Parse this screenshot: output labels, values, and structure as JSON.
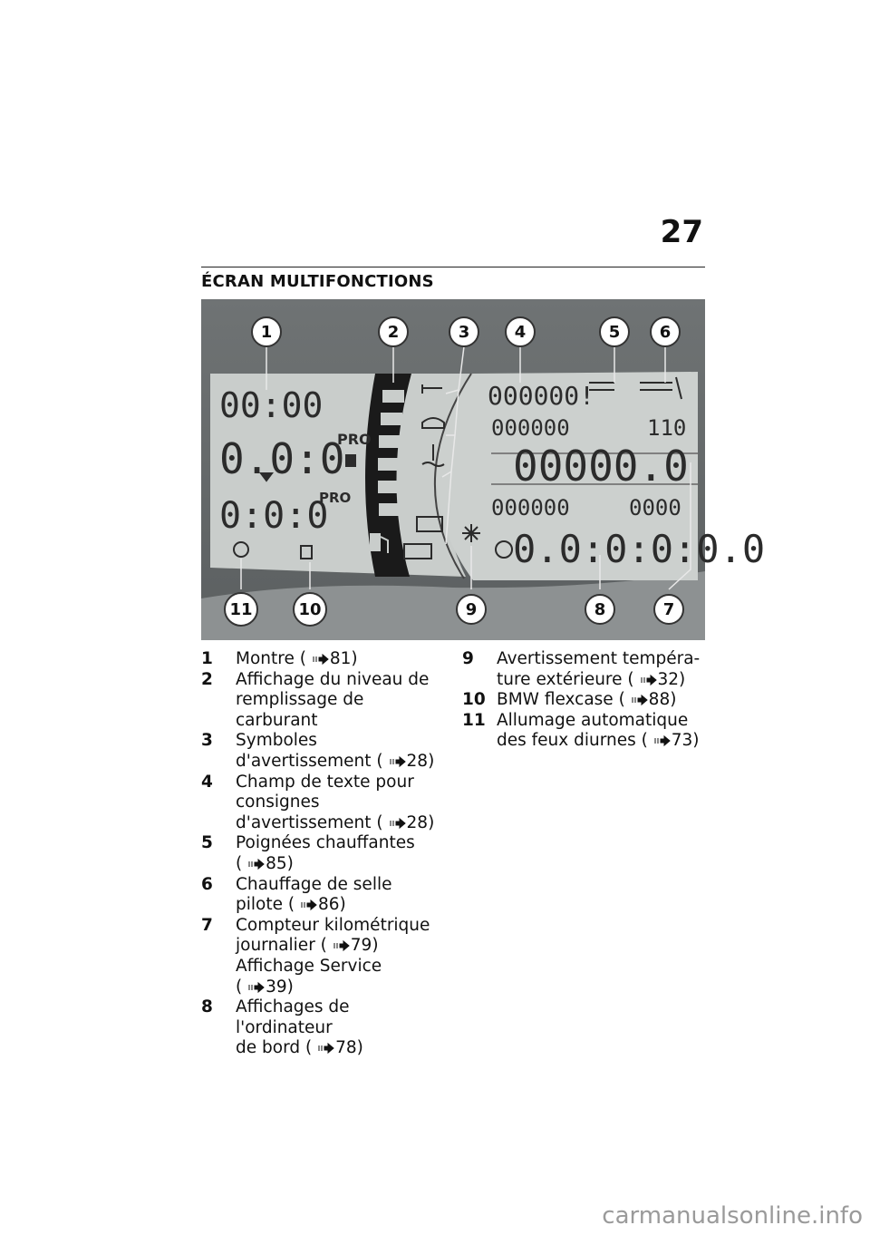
{
  "page": {
    "number": "27",
    "title": "ÉCRAN MULTIFONCTIONS"
  },
  "figure": {
    "callouts": [
      "1",
      "2",
      "3",
      "4",
      "5",
      "6",
      "7",
      "8",
      "9",
      "10",
      "11"
    ],
    "lcd": {
      "clock": "00:00",
      "row2": "0.0:0",
      "row3": "0:0:0",
      "pro1": "PRO",
      "pro2": "PRO",
      "msg": "000000!",
      "trip_small": "000000",
      "gear": "110",
      "trip_big": "00000.0",
      "oc_small": "000000",
      "oc_small2": "0000",
      "oc_big": "0.0:0:0:0.0"
    }
  },
  "legend": {
    "col1": [
      {
        "num": "1",
        "lines": [
          "Montre"
        ],
        "ref": "81)"
      },
      {
        "num": "2",
        "lines": [
          "Affichage du niveau de",
          "remplissage de carburant"
        ],
        "ref": ""
      },
      {
        "num": "3",
        "lines": [
          "Symboles d'avertissement"
        ],
        "ref": "28)"
      },
      {
        "num": "4",
        "lines": [
          "Champ de texte pour",
          "consignes d'avertissement"
        ],
        "ref": "28)"
      },
      {
        "num": "5",
        "lines": [
          "Poignées chauffantes"
        ],
        "ref": "85)"
      },
      {
        "num": "6",
        "lines": [
          "Chauffage de selle pilote"
        ],
        "ref": "86)"
      },
      {
        "num": "7",
        "lines": [
          "Compteur kilométrique",
          "journalier"
        ],
        "ref": "79)",
        "extra": "Affichage Service",
        "extra_ref": "39)"
      },
      {
        "num": "8",
        "lines": [
          "Affichages de l'ordinateur",
          "de bord"
        ],
        "ref": "78)"
      }
    ],
    "col2": [
      {
        "num": "9",
        "lines": [
          "Avertissement tempéra-",
          "ture extérieure"
        ],
        "ref": "32)"
      },
      {
        "num": "10",
        "lines": [
          "BMW flexcase"
        ],
        "ref": "88)"
      },
      {
        "num": "11",
        "lines": [
          "Allumage automatique",
          "des feux diurnes"
        ],
        "ref": "73)"
      }
    ]
  },
  "watermark": "carmanualsonline.info"
}
